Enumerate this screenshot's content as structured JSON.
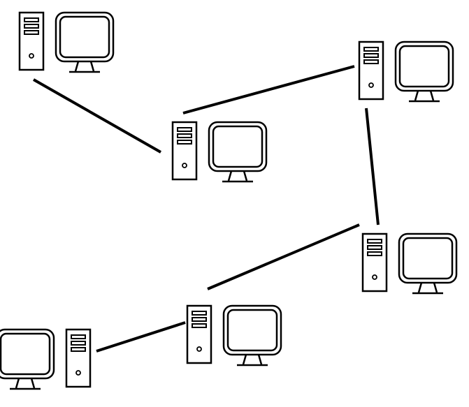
{
  "diagram": {
    "type": "network-topology",
    "stroke_color": "#000000",
    "background": "#ffffff",
    "node_icon": "desktop-computer-icon",
    "nodes": [
      {
        "id": "pc-top-left"
      },
      {
        "id": "pc-center"
      },
      {
        "id": "pc-top-right"
      },
      {
        "id": "pc-middle-right"
      },
      {
        "id": "pc-bottom-center"
      },
      {
        "id": "pc-bottom-left"
      }
    ],
    "links": [
      {
        "from": "pc-top-left",
        "to": "pc-center"
      },
      {
        "from": "pc-center",
        "to": "pc-top-right"
      },
      {
        "from": "pc-top-right",
        "to": "pc-middle-right"
      },
      {
        "from": "pc-middle-right",
        "to": "pc-bottom-center"
      },
      {
        "from": "pc-bottom-center",
        "to": "pc-bottom-left"
      }
    ]
  }
}
